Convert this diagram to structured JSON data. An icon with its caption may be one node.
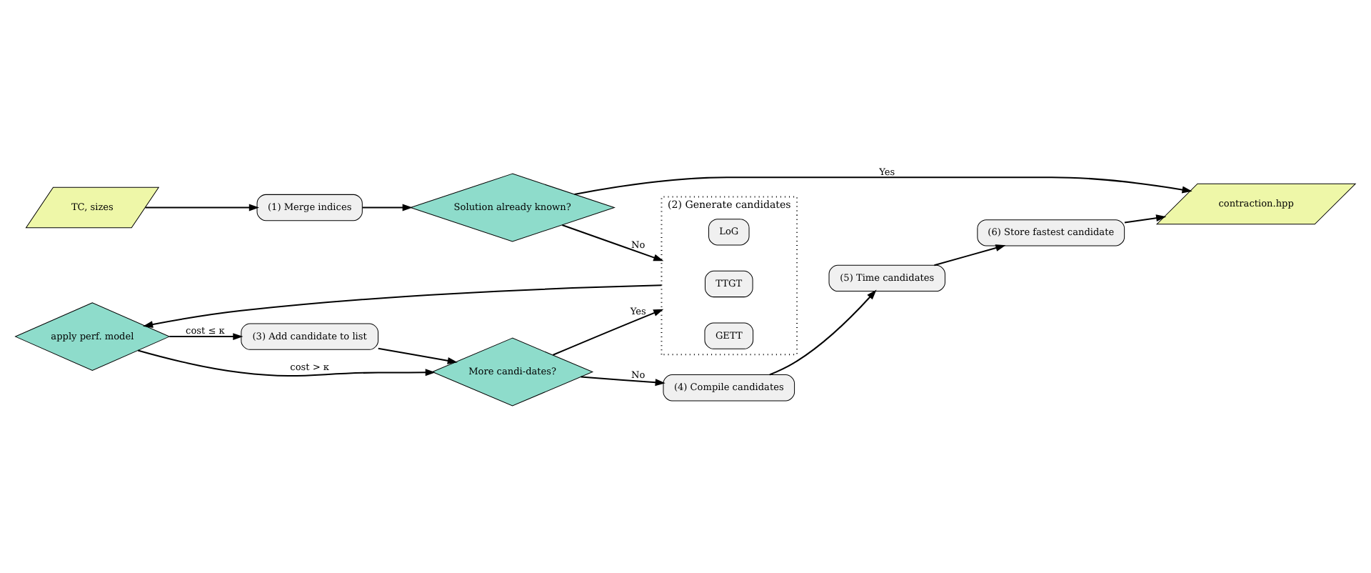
{
  "diagram": {
    "nodes": [
      {
        "text": [
          "TC, sizes"
        ]
      },
      {
        "text": [
          "(1) Merge indices"
        ]
      },
      {
        "text": [
          "Solution already known?"
        ]
      },
      {
        "text": [
          "contraction.hpp"
        ]
      },
      {
        "text": [
          "(6) Store fastest candidate"
        ]
      },
      {
        "text": [
          "(2) Generate candidates"
        ]
      },
      {
        "text": [
          "LoG"
        ],
        "in": 5
      },
      {
        "text": [
          "TTGT"
        ],
        "in": 5
      },
      {
        "text": [
          "GETT"
        ],
        "in": 5
      },
      {
        "text": [
          "(5) Time candidates"
        ]
      },
      {
        "text": [
          "apply perf. model"
        ]
      },
      {
        "text": [
          "(3) Add candidate to list"
        ]
      },
      {
        "text": [
          "More candi-dates?"
        ]
      },
      {
        "text": [
          "(4) Compile candidates"
        ]
      }
    ],
    "edges": [
      {
        "from": 0,
        "to": 1,
        "arrow": "to"
      },
      {
        "from": 1,
        "to": 2,
        "arrow": "to"
      },
      {
        "from": 2,
        "to": 3,
        "arrow": "to",
        "label": "Yes"
      },
      {
        "from": 2,
        "to": 5,
        "arrow": "to",
        "label": "No"
      },
      {
        "from": 12,
        "to": 5,
        "arrow": "to",
        "label": "Yes"
      },
      {
        "from": 5,
        "to": 10,
        "arrow": "to"
      },
      {
        "from": 10,
        "to": 11,
        "arrow": "to",
        "label": "cost ≤ κ"
      },
      {
        "from": 11,
        "to": 12,
        "arrow": "to"
      },
      {
        "from": 10,
        "to": 12,
        "arrow": "to",
        "label": "cost > κ"
      },
      {
        "from": 12,
        "to": 13,
        "arrow": "to",
        "label": "No"
      },
      {
        "from": 13,
        "to": 9,
        "arrow": "to"
      },
      {
        "from": 9,
        "to": 4,
        "arrow": "to"
      },
      {
        "from": 4,
        "to": 3,
        "arrow": "to"
      }
    ]
  }
}
